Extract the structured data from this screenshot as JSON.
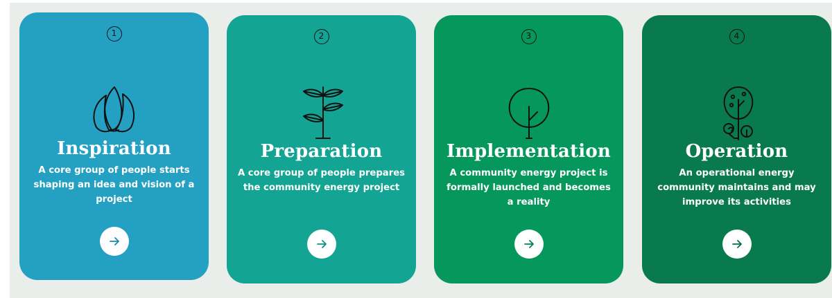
{
  "cards": [
    {
      "number": "1",
      "title": "Inspiration",
      "description": "A core group of people starts shaping an idea and vision of a project",
      "icon": "lotus-bud-icon",
      "color": "#23a0c2",
      "arrow_color": "#1b8aa8"
    },
    {
      "number": "2",
      "title": "Preparation",
      "description": "A core group of people prepares the community energy project",
      "icon": "seedling-icon",
      "color": "#13a493",
      "arrow_color": "#0e8f80"
    },
    {
      "number": "3",
      "title": "Implementation",
      "description": "A community energy project is formally launched and becomes a reality",
      "icon": "young-tree-icon",
      "color": "#06975c",
      "arrow_color": "#06814f"
    },
    {
      "number": "4",
      "title": "Operation",
      "description": "An operational energy community maintains and may improve its activities",
      "icon": "fruit-tree-icon",
      "color": "#087a4e",
      "arrow_color": "#076a44"
    }
  ]
}
